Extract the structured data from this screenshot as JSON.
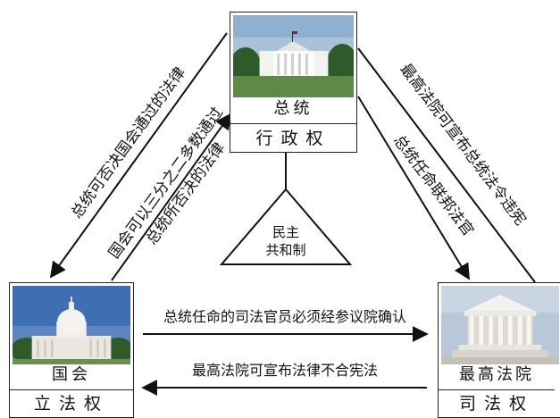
{
  "diagram": {
    "president": {
      "name": "总统",
      "power": "行政权"
    },
    "congress": {
      "name": "国会",
      "power": "立法权"
    },
    "court": {
      "name": "最高法院",
      "power": "司法权"
    },
    "center": {
      "line1": "民主",
      "line2": "共和制"
    },
    "relations": {
      "president_veto": "总统可否决国会通过的法律",
      "congress_override": "国会可以三分之二多数通过",
      "congress_override_2": "总统所否决的法律",
      "court_unconstitutional_president": "最高法院可宣布总统法令违宪",
      "president_appoint_judges": "总统任命联邦法官",
      "senate_confirm": "总统任命的司法官员必须经参议院确认",
      "court_unconstitutional_laws": "最高法院可宣布法律不合宪法"
    }
  }
}
